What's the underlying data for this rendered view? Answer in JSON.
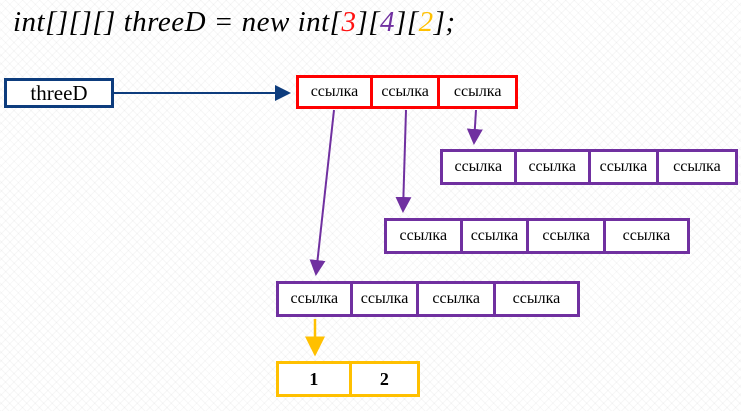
{
  "title": {
    "segments": [
      {
        "text": "int[][][] threeD = new int[",
        "color": "#000000"
      },
      {
        "text": "3",
        "color": "#FF1111"
      },
      {
        "text": "][",
        "color": "#000000"
      },
      {
        "text": "4",
        "color": "#7030A0"
      },
      {
        "text": "][",
        "color": "#000000"
      },
      {
        "text": "2",
        "color": "#FFC000"
      },
      {
        "text": "];",
        "color": "#000000"
      }
    ]
  },
  "variable_box": {
    "label": "threeD"
  },
  "arrays": {
    "level1": {
      "name": "reference-array-dim1",
      "border_color": "#FF0000",
      "cells": [
        "ссылка",
        "ссылка",
        "ссылка"
      ]
    },
    "level2a": {
      "name": "reference-array-dim2-top",
      "border_color": "#7030A0",
      "cells": [
        "ссылка",
        "ссылка",
        "ссылка",
        "ссылка"
      ]
    },
    "level2b": {
      "name": "reference-array-dim2-middle",
      "border_color": "#7030A0",
      "cells": [
        "ссылка",
        "ссылка",
        "ссылка",
        "ссылка"
      ]
    },
    "level2c": {
      "name": "reference-array-dim2-bottom",
      "border_color": "#7030A0",
      "cells": [
        "ссылка",
        "ссылка",
        "ссылка",
        "ссылка"
      ]
    },
    "level3": {
      "name": "int-array-dim3",
      "border_color": "#FFC000",
      "cells": [
        "1",
        "2"
      ]
    }
  },
  "colors": {
    "navy_arrow": "#0D3C7D",
    "red": "#FF0000",
    "purple": "#7030A0",
    "gold": "#FFC000"
  }
}
